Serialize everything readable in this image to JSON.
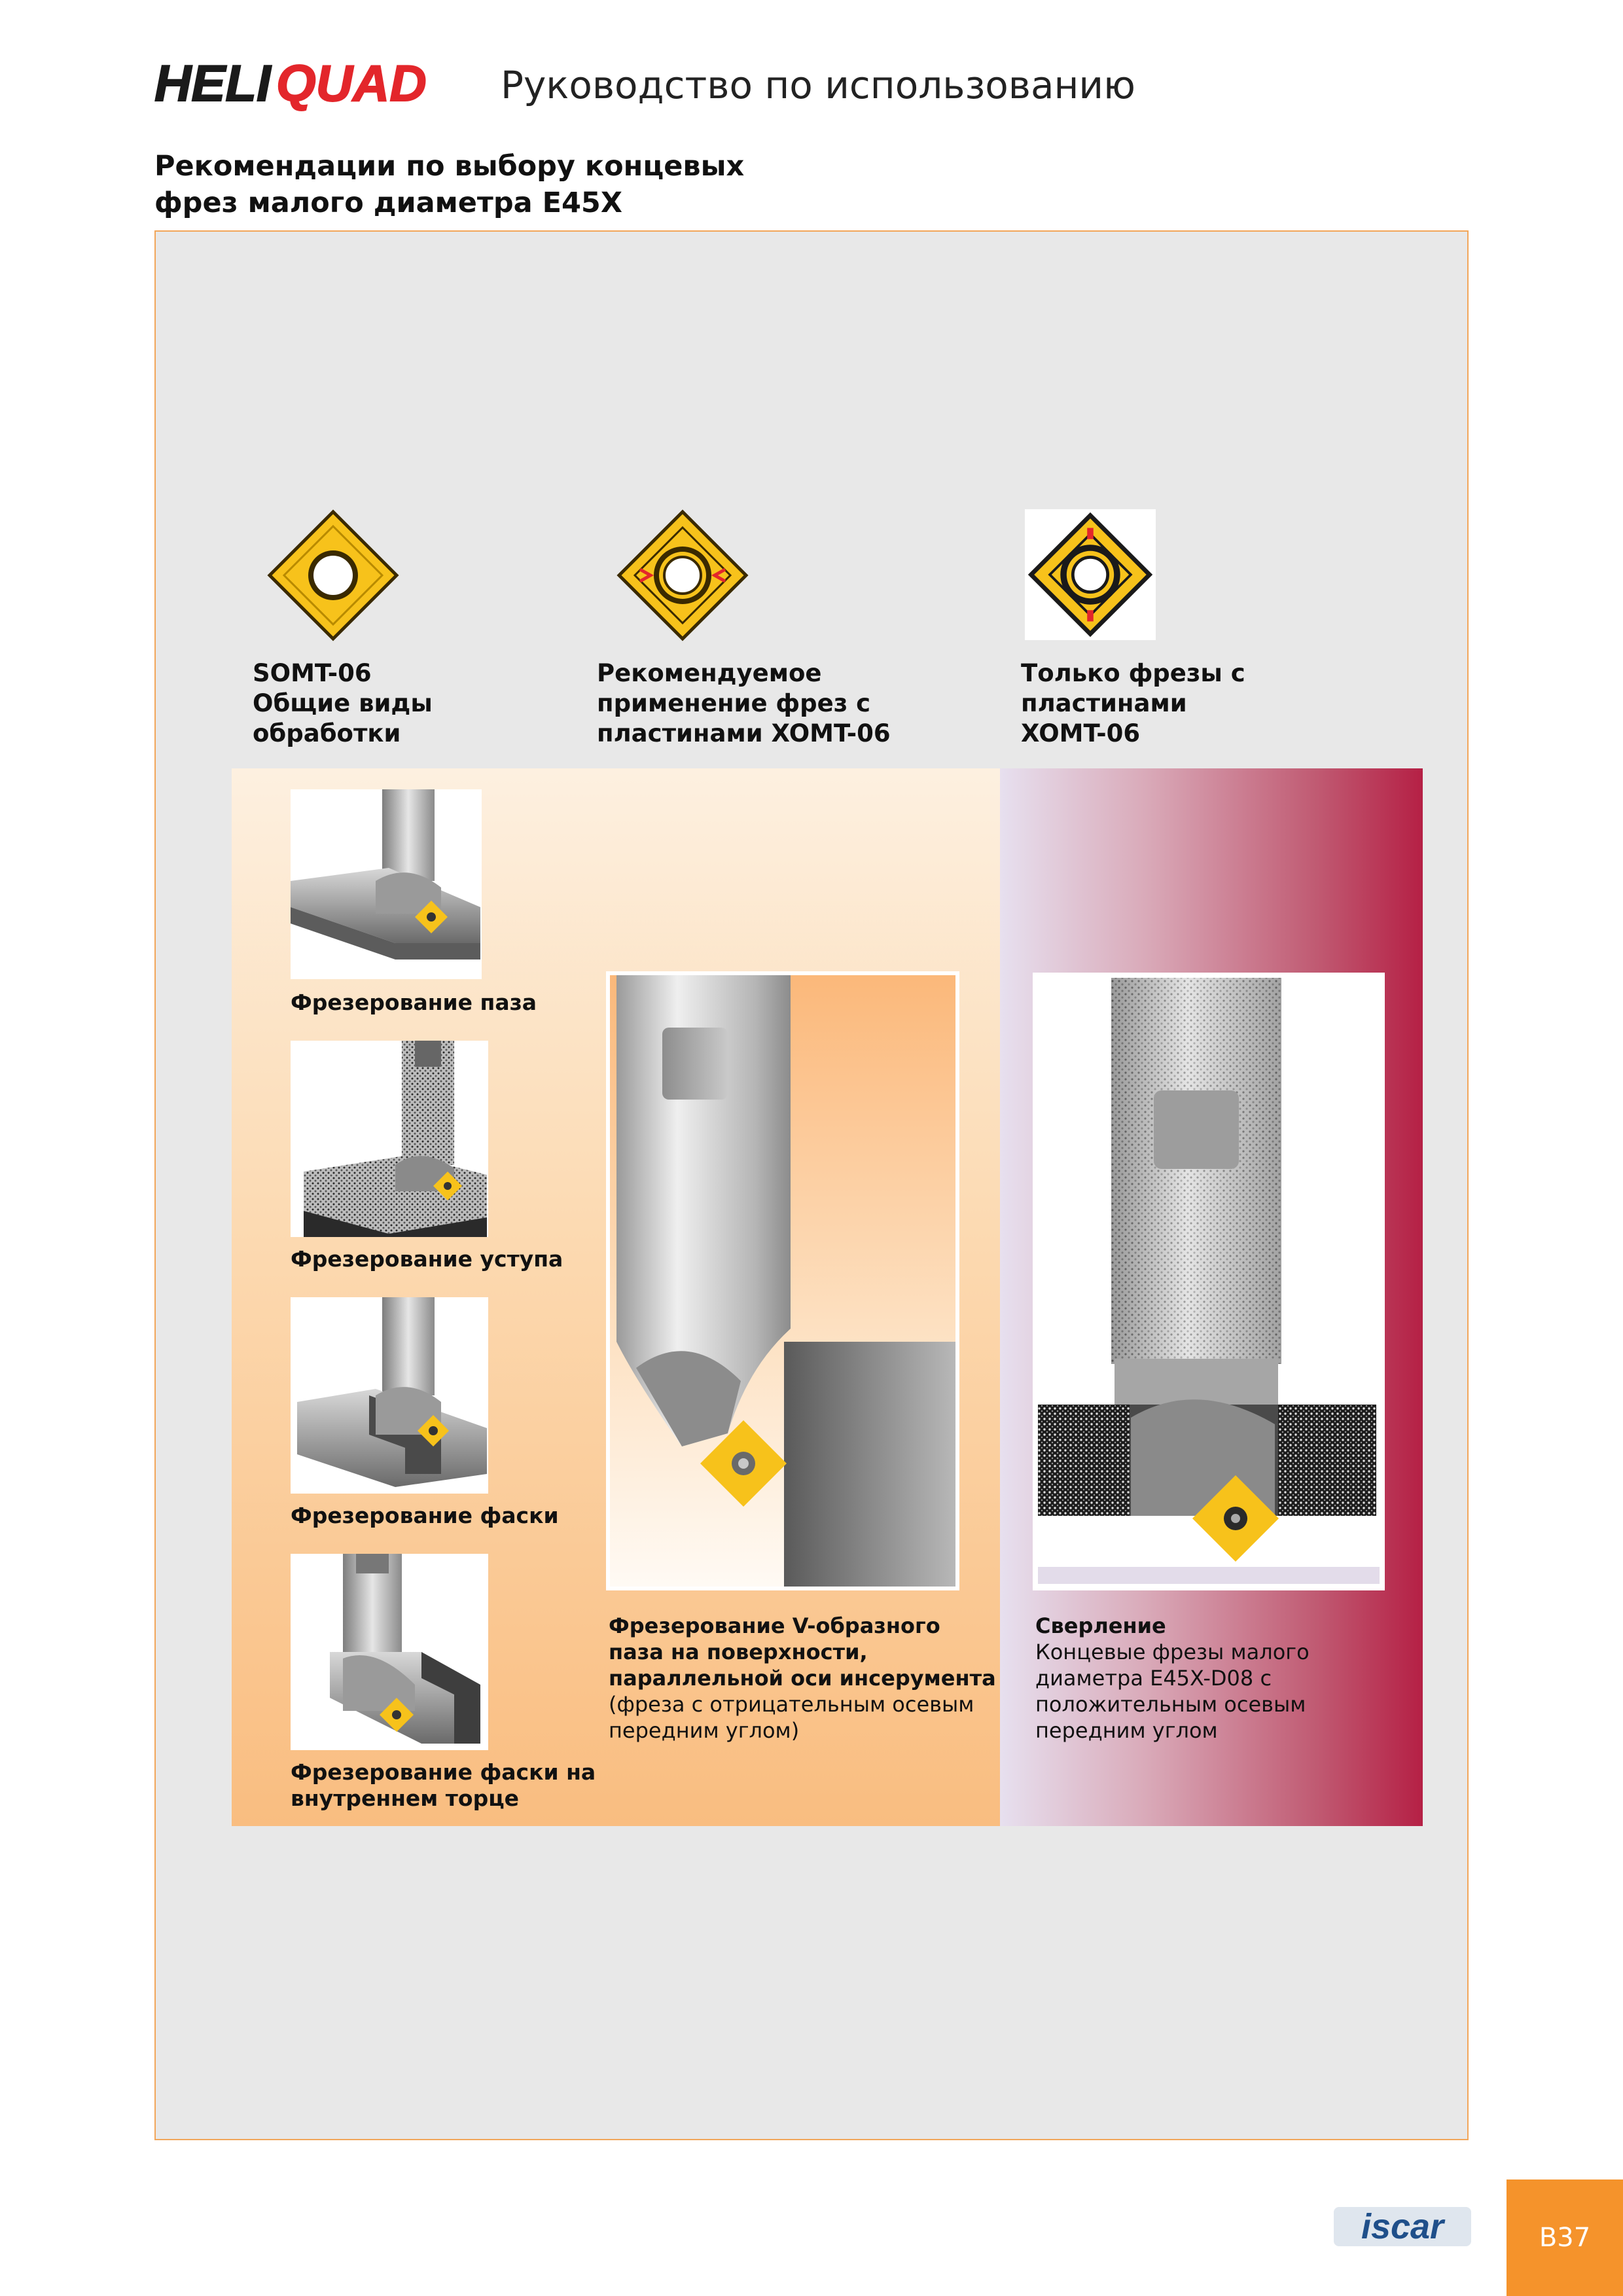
{
  "header": {
    "logo_text": "HELIQUAD",
    "title": "Руководство по использованию"
  },
  "section": {
    "title_line1": "Рекомендации по выбору концевых",
    "title_line2": "фрез малого диаметра E45X"
  },
  "columns": [
    {
      "line1": "SOMT-06",
      "line2": "Общие виды",
      "line3": "обработки"
    },
    {
      "line1": "Рекомендуемое",
      "line2": "применение фрез с",
      "line3": "пластинами XOMT-06"
    },
    {
      "line1": "Только фрезы с",
      "line2": "пластинами",
      "line3": "XOMT-06"
    }
  ],
  "operations": [
    {
      "label": "Фрезерование паза"
    },
    {
      "label": "Фрезерование уступа"
    },
    {
      "label": "Фрезерование фаски"
    },
    {
      "label_line1": "Фрезерование фаски на",
      "label_line2": "внутреннем торце"
    }
  ],
  "v_groove": {
    "bold_line1": "Фрезерование V-образного",
    "bold_line2": "паза на поверхности,",
    "bold_line3": "параллельной оси инсерумента",
    "note_line1": "(фреза с отрицательным осевым",
    "note_line2": "передним углом)"
  },
  "drilling": {
    "title": "Сверление",
    "line1": "Концевые фрезы малого",
    "line2": "диаметра E45X-D08 с",
    "line3": "положительным осевым",
    "line4": "передним углом"
  },
  "footer": {
    "brand": "iscar",
    "page": "B37"
  },
  "colors": {
    "accent_orange": "#f5932b",
    "insert_yellow": "#f7c21b",
    "brand_red": "#e3262b",
    "drill_red": "#b52045"
  }
}
